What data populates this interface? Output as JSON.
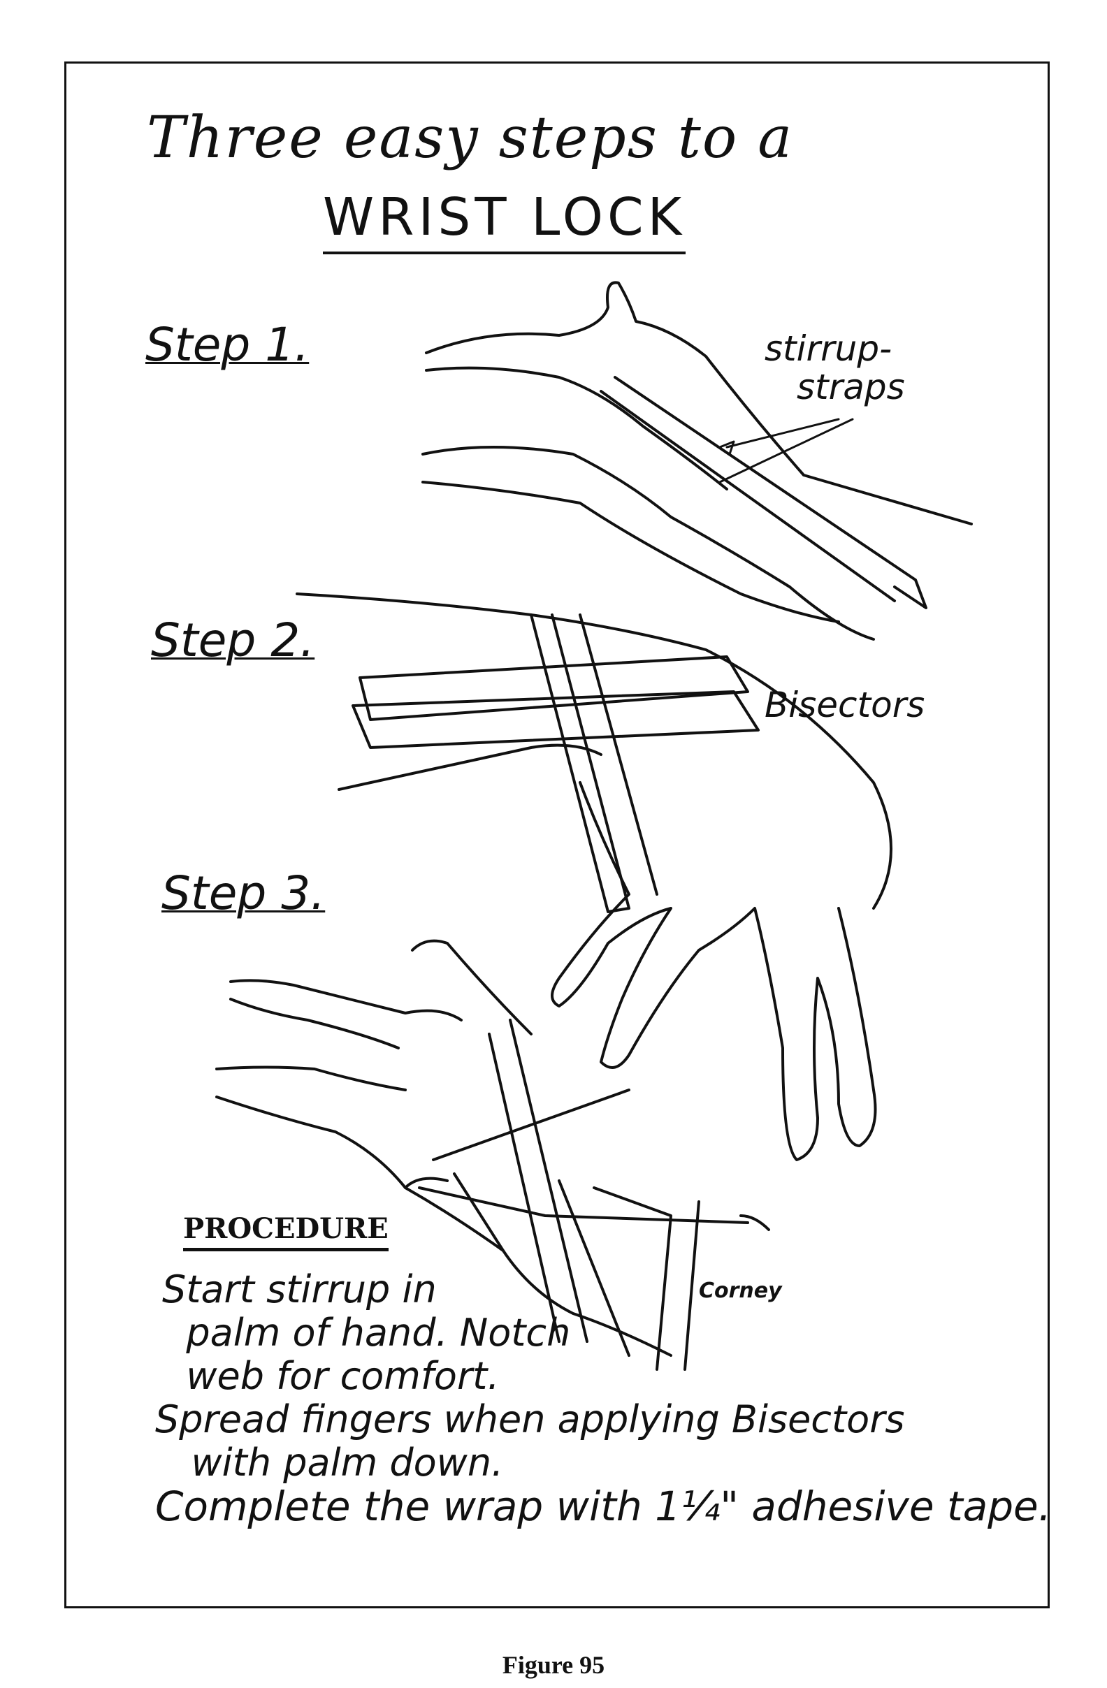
{
  "title": {
    "line1": "Three easy steps to a",
    "line2": "WRIST LOCK"
  },
  "steps": [
    "Step 1.",
    "Step 2.",
    "Step 3."
  ],
  "labels": {
    "stirrup_line1": "stirrup-",
    "stirrup_line2": "straps",
    "bisectors": "Bisectors"
  },
  "procedure": {
    "heading": "PROCEDURE",
    "lines": [
      "Start stirrup in",
      "  palm of hand. Notch",
      "  web for comfort.",
      "Spread fingers when applying Bisectors",
      "   with palm down.",
      "Complete the wrap with 1¼\" adhesive tape."
    ]
  },
  "signature": "Corney",
  "caption": "Figure 95"
}
